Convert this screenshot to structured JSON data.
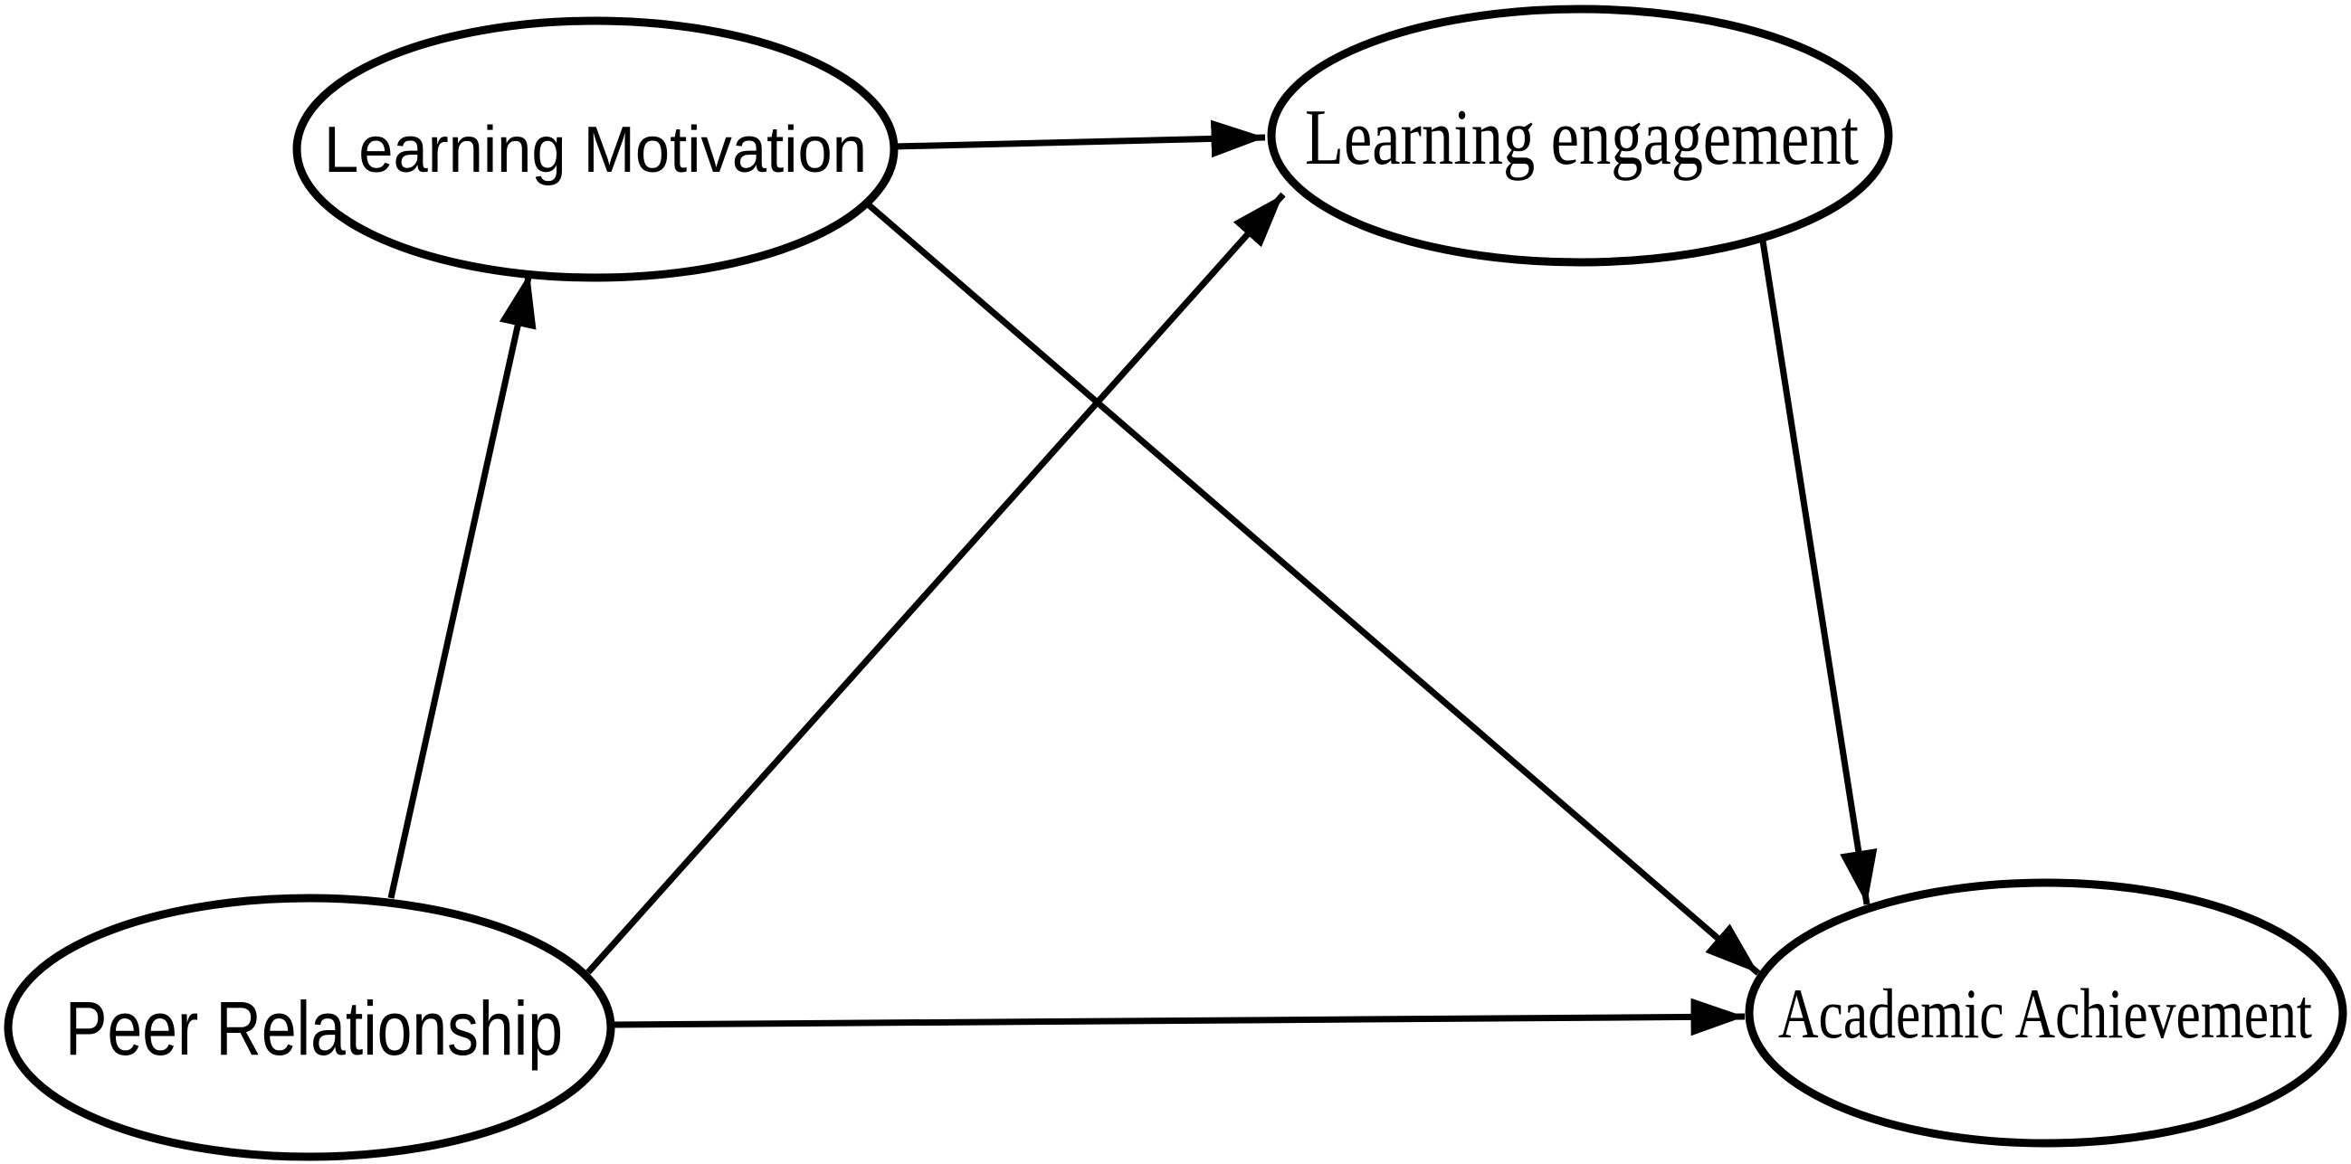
{
  "diagram": {
    "type": "path-model",
    "background_color": "#ffffff",
    "stroke_color": "#000000",
    "text_color": "#000000",
    "nodes": {
      "learning_motivation": {
        "label": "Learning Motivation",
        "shape": "ellipse",
        "position": "top-left"
      },
      "learning_engagement": {
        "label": "Learning engagement",
        "shape": "ellipse",
        "position": "top-right"
      },
      "peer_relationship": {
        "label": "Peer Relationship",
        "shape": "ellipse",
        "position": "bottom-left"
      },
      "academic_achievement": {
        "label": "Academic Achievement",
        "shape": "ellipse",
        "position": "bottom-right"
      }
    },
    "edges": [
      {
        "from": "Learning Motivation",
        "to": "Learning engagement",
        "arrow": "end"
      },
      {
        "from": "Learning Motivation",
        "to": "Academic Achievement",
        "arrow": "end"
      },
      {
        "from": "Peer Relationship",
        "to": "Learning Motivation",
        "arrow": "end"
      },
      {
        "from": "Peer Relationship",
        "to": "Learning engagement",
        "arrow": "end"
      },
      {
        "from": "Peer Relationship",
        "to": "Academic Achievement",
        "arrow": "end"
      },
      {
        "from": "Learning engagement",
        "to": "Academic Achievement",
        "arrow": "end"
      }
    ]
  }
}
